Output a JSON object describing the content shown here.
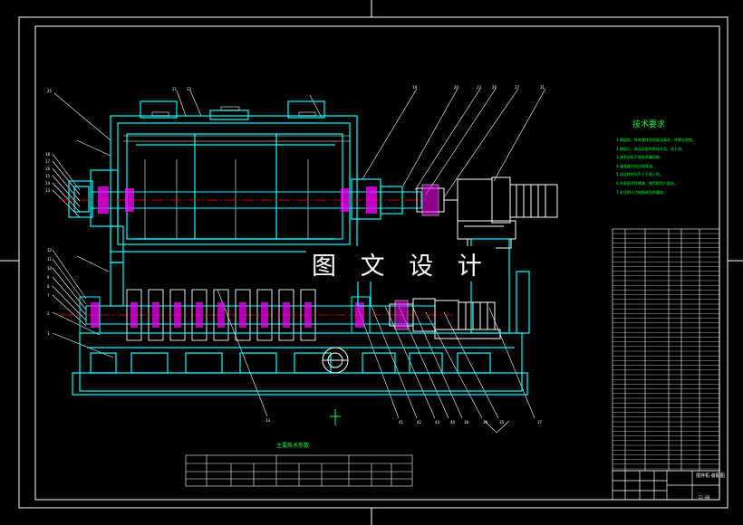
{
  "drawing": {
    "watermark": "图 文 设 计",
    "tech_title": "技术要求",
    "tech_notes": [
      "1.装配前，所有零件须用煤油清洗，并除去毛刺。",
      "2.装配后，各运动部件转动灵活，无卡滞。",
      "3.各密封处不得有渗漏现象。",
      "4.减速器内加注润滑油。",
      "5.试运转时间不少于两小时。",
      "6.外表面涂防锈漆，颜色按用户要求。",
      "7.未注明尺寸按图纸比例量取。"
    ],
    "table_title": "主要技术参数",
    "title_block_name": "搅拌机-装配图",
    "title_block_code": "ZJ-00"
  },
  "colors": {
    "background": "#000000",
    "frame": "#ffffff",
    "outline": "#00ffff",
    "centerline": "#ff0000",
    "part": "#ff00ff",
    "annotation": "#00ff3c",
    "leader": "#ffffff"
  }
}
